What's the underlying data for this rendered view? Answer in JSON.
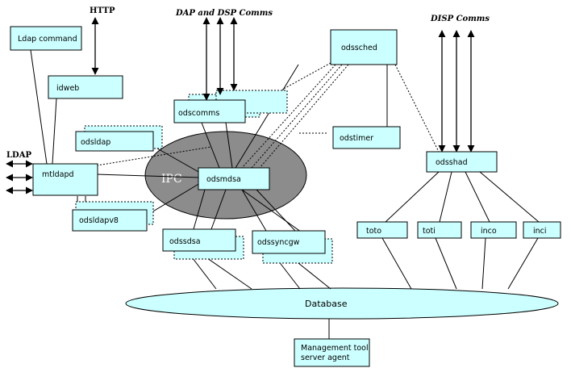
{
  "headers": {
    "http": "HTTP",
    "dap_dsp": "DAP and DSP Comms",
    "disp": "DISP Comms",
    "ldap": "LDAP"
  },
  "ipc_label": "IPC",
  "database_label": "Database",
  "boxes": {
    "ldap_command": "Ldap command",
    "idweb": "idweb",
    "ldapd": "mtldapd",
    "odsldap": "odsldap",
    "odsldapv8": "odsldapv8",
    "odscomms": "odscomms",
    "odsmdsa": "odsmdsa",
    "odssched": "odssched",
    "odstimer": "odstimer",
    "odsshad": "odsshad",
    "odssdsa": "odssdsa",
    "odssyncgw": "odssyncgw",
    "toto": "toto",
    "toti": "toti",
    "inco": "inco",
    "inci": "inci",
    "mgmt_line1": "Management tool",
    "mgmt_line2": "server agent"
  },
  "colors": {
    "box_fill": "#ccffff",
    "ipc_fill": "#8c8c8c",
    "stroke": "#000000"
  }
}
